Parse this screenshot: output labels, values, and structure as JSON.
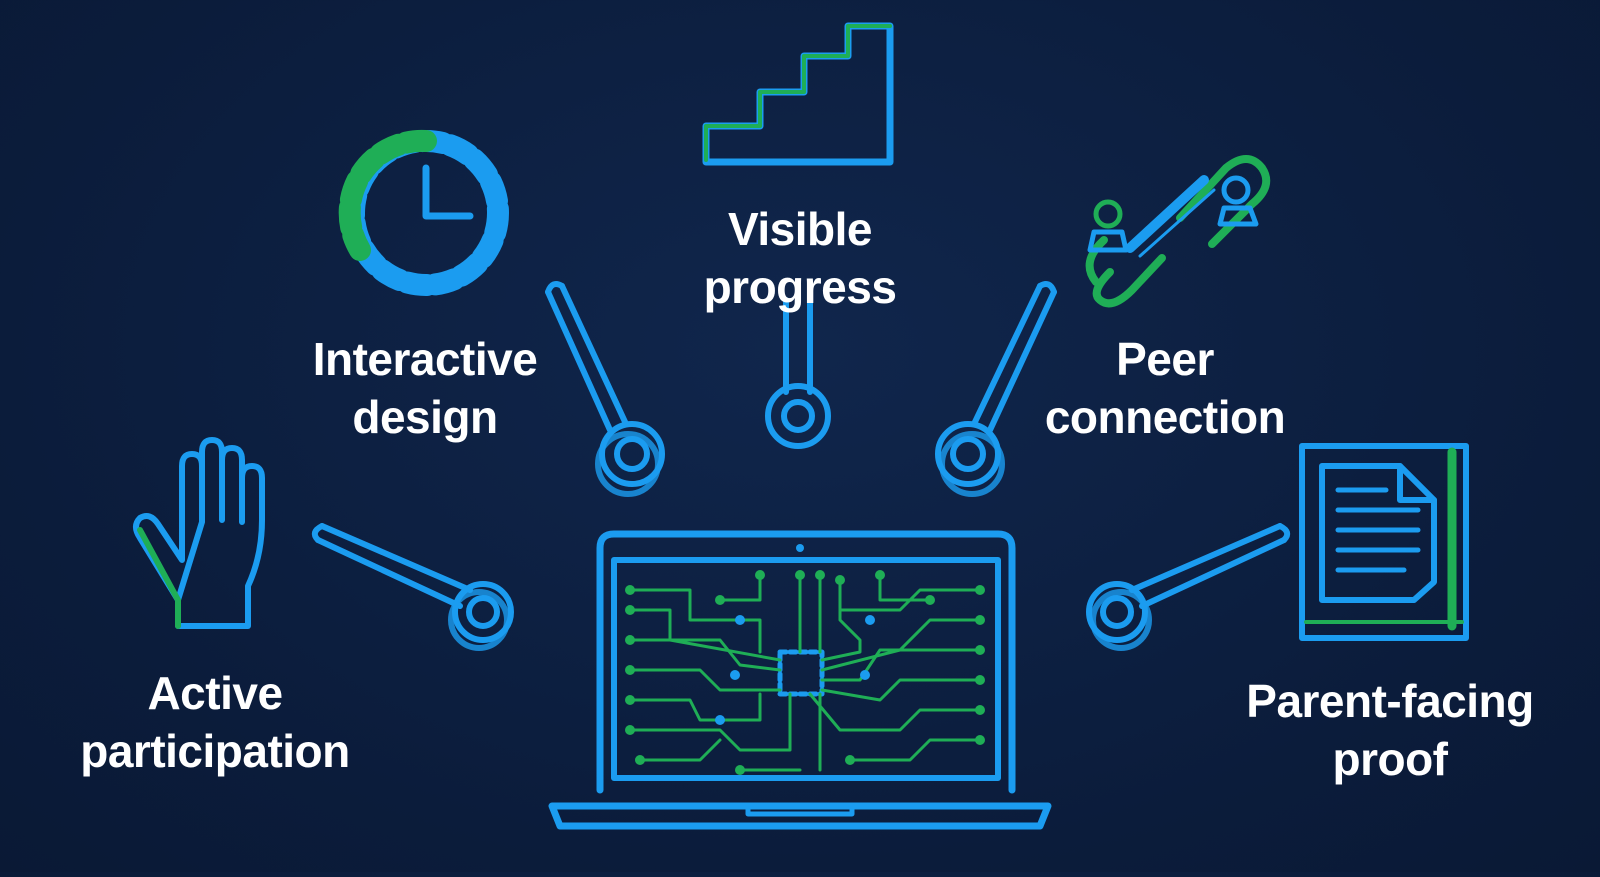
{
  "colors": {
    "background": "#0c1e3f",
    "blue": "#1b9cf0",
    "green": "#1fae56",
    "text": "#ffffff"
  },
  "icons": [
    "hand-icon",
    "clock-icon",
    "stairs-icon",
    "chain-link-people-icon",
    "document-frame-icon",
    "laptop-circuit-icon"
  ],
  "labels": {
    "active": {
      "line1": "Active",
      "line2": "participation"
    },
    "interactive": {
      "line1": "Interactive",
      "line2": "design"
    },
    "visible": {
      "line1": "Visible",
      "line2": "progress"
    },
    "peer": {
      "line1": "Peer",
      "line2": "connection"
    },
    "parent": {
      "line1": "Parent-facing",
      "line2": "proof"
    }
  }
}
